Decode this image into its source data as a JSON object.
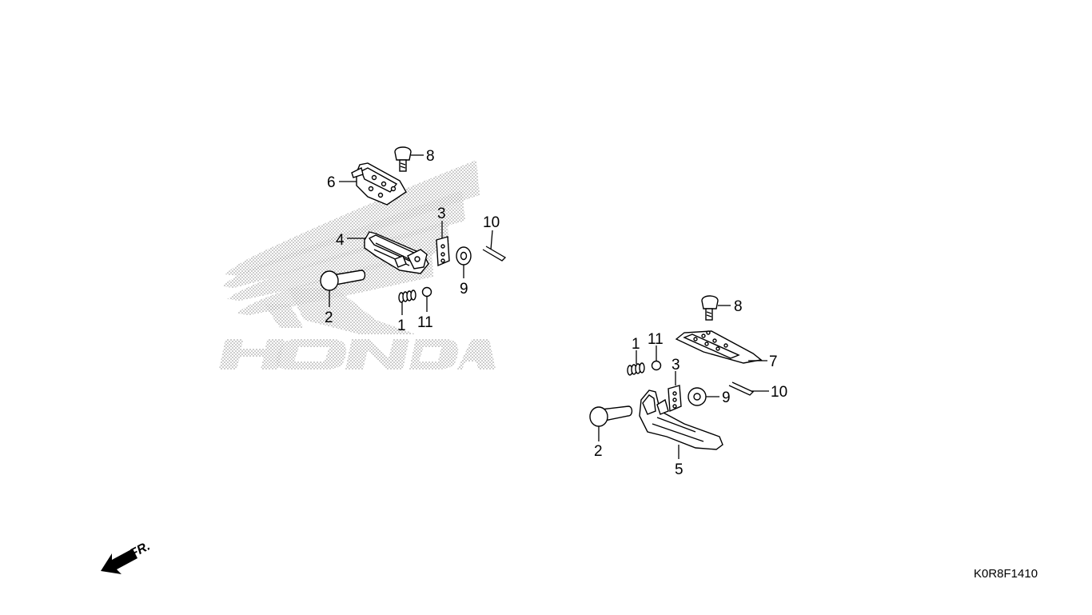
{
  "watermark": {
    "brand_text": "HONDA",
    "kind": "wing logo"
  },
  "left_assembly": {
    "callouts": [
      "8",
      "6",
      "3",
      "10",
      "4",
      "9",
      "2",
      "1",
      "11"
    ]
  },
  "right_assembly": {
    "callouts": [
      "8",
      "1",
      "11",
      "7",
      "3",
      "9",
      "10",
      "2",
      "5"
    ]
  },
  "direction_indicator": {
    "label": "FR."
  },
  "diagram_code": "K0R8F1410"
}
